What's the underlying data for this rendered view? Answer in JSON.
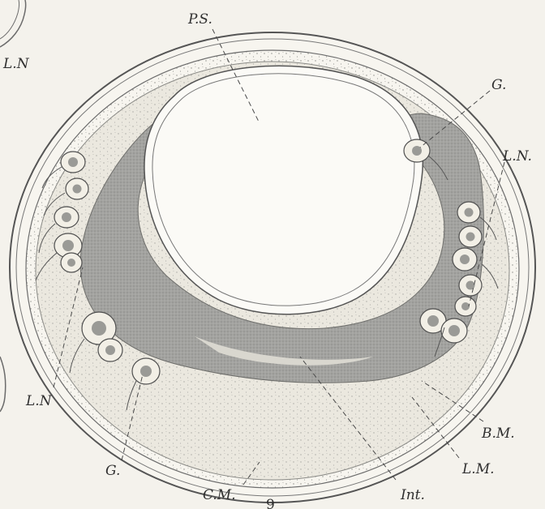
{
  "figure": {
    "plate_number": "9",
    "labels": {
      "ps": "P.S.",
      "ln_top_left": "L.N",
      "g_top_right": "G.",
      "ln_right": "L.N.",
      "ln_bottom_left": "L.N",
      "g_bottom": "G.",
      "bm": "B.M.",
      "lm": "L.M.",
      "cm": "C.M.",
      "int": "Int."
    }
  },
  "colors": {
    "paper": "#f4f2ec",
    "ink": "#2f2f2f",
    "body_tissue": "#ebe8df",
    "intestine": "#9f9f9c",
    "cavity": "#fbfaf6"
  }
}
